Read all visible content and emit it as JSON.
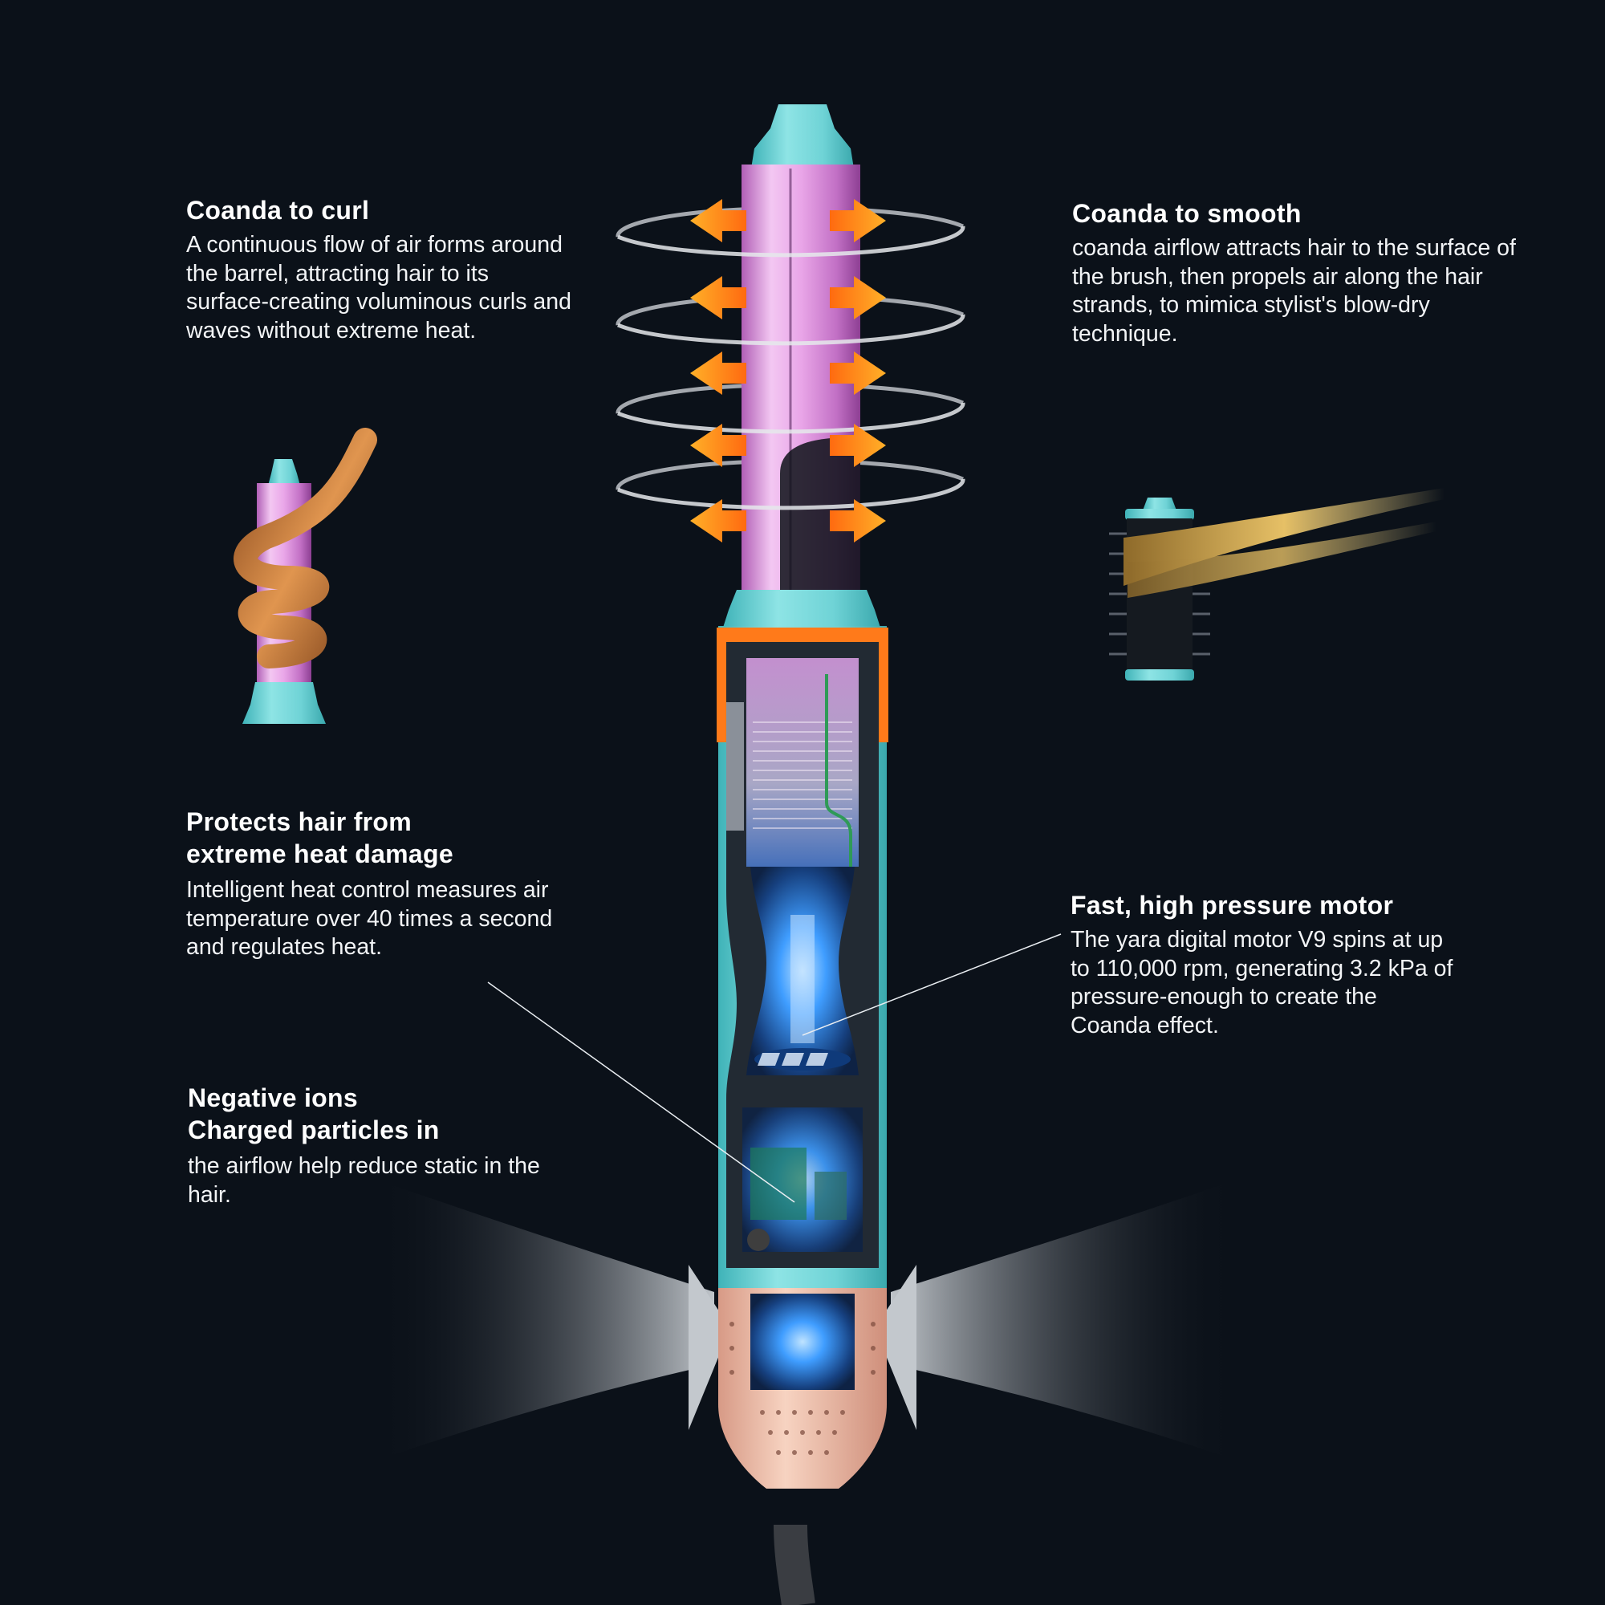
{
  "features": {
    "curl": {
      "title": "Coanda to curl",
      "body": "A continuous flow of air forms around the barrel, attracting hair to its surface-creating voluminous curls and waves without extreme heat."
    },
    "smooth": {
      "title": "Coanda to smooth",
      "body": "coanda airflow attracts hair to the surface of the brush,  then propels air along the hair strands, to mimica stylist's blow-dry technique."
    },
    "heat": {
      "title_line1": "Protects hair from",
      "title_line2": "extreme heat damage",
      "body": "Intelligent heat control measures air temperature over 40 times a second and regulates heat."
    },
    "motor": {
      "title": "Fast, high pressure motor",
      "body": "The yara digital motor V9 spins at up to 110,000 rpm, generating 3.2 kPa of pressure-enough to create the Coanda effect."
    },
    "ions": {
      "title_line1": "Negative ions",
      "title_line2": "Charged particles in",
      "body": "the airflow help reduce static in the hair."
    }
  },
  "colors": {
    "background": "#0b1119",
    "body_teal": "#6fd3d6",
    "barrel_pink": "#e7a8e6",
    "arrow_orange": "#ff8a1f",
    "accent_orange": "#ff7a1a",
    "intake_peach": "#f3c4ae",
    "motor_blue": "#2a8bff"
  },
  "icons": {
    "airflow_arrow": "orange-arrow",
    "air_ring": "ellipse-ring",
    "intake_arrow": "grey-chevron"
  }
}
